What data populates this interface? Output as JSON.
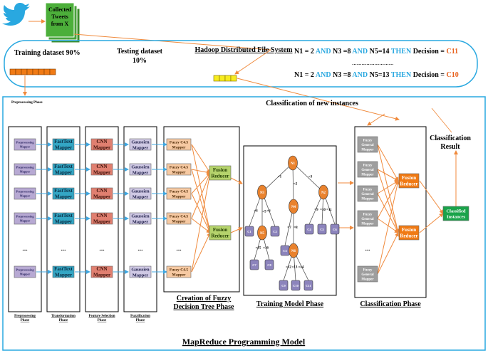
{
  "colors": {
    "accent_blue": "#29a8e0",
    "condition_red": "#e8601c",
    "orange_arrow": "#f08a3c",
    "blue_arrow": "#3fa7e0",
    "tweets_green": "#4caf3a",
    "fusion_green": "#b5d36c",
    "classified_green": "#1aa34a",
    "mapper_purple": "#b7a9d3",
    "fasttext_blue": "#33a6c4",
    "cnn_red": "#e07f70",
    "gaussian_lavender": "#cfc9e4",
    "fuzzyc45_peach": "#f6c9a2",
    "general_gray": "#9e9e9e",
    "reducer_orange": "#f07a14",
    "tree_node_orange": "#e9822d",
    "tree_leaf_purple": "#8c84bc",
    "dataset_orange": "#f07a14",
    "dataset_yellow": "#f7ec1f"
  },
  "icons": {
    "source": "twitter-bird-icon"
  },
  "tweets": {
    "lines": [
      "Collected",
      "Tweets",
      "from X"
    ]
  },
  "hadoop": {
    "training_label": "Training dataset 90%",
    "testing_label_1": "Testing dataset",
    "testing_label_2": "10%",
    "title": "Hadoop Distributed File System",
    "rule1": {
      "n1": "N1 = 2",
      "and1": "AND",
      "n3": "N3 =8",
      "and2": "AND",
      "n5": "N5=14",
      "then": "THEN",
      "decision": "Decision =",
      "cls": "C11"
    },
    "dots": "..........................",
    "rule2": {
      "n1": "N1 = 2",
      "and1": "AND",
      "n3": "N3 =8",
      "and2": "AND",
      "n5": "N5=13",
      "then": "THEN",
      "decision": "Decision =",
      "cls": "C10"
    }
  },
  "main": {
    "preprocessing_header": "Preprocessing Phase",
    "classification_new": "Classification of new instances",
    "classification_result_1": "Classification",
    "classification_result_2": "Result",
    "model_title": "MapReduce Programming Model",
    "ellipsis": "....",
    "preprocessing_mapper": [
      "Preprocessing",
      "Mapper"
    ],
    "fasttext_mapper": [
      "FastText",
      "Mapper"
    ],
    "cnn_mapper": [
      "CNN",
      "Mapper"
    ],
    "gaussien_mapper": [
      "Gaussien",
      "Mapper"
    ],
    "fuzzyc45_mapper": [
      "Fuzzy C4.5",
      "Mapper"
    ],
    "fusion_reducer": [
      "Fusion",
      "Reducer"
    ],
    "general_mapper": [
      "Fuzzy",
      "General",
      "Mapper"
    ],
    "classified_instances": [
      "Classified",
      "Instances"
    ],
    "col_labels": {
      "preprocessing": [
        "Preprocessing",
        "Phase"
      ],
      "transformation": [
        "Transformation",
        "Phase"
      ],
      "feature": [
        "Feature Selection",
        "Phase"
      ],
      "fuzzification": [
        "Fuzzification",
        "Phase"
      ]
    },
    "phase_titles": {
      "creation_1": "Creation of Fuzzy",
      "creation_2": "Decision Tree Phase",
      "training": "Training Model Phase",
      "classification": "Classification Phase"
    }
  },
  "tree": {
    "nodes": {
      "root": "N1",
      "left": "N3",
      "mid": "N4",
      "right": "N2",
      "n5": "N5",
      "n6": "N6"
    },
    "leaves": [
      "C1",
      "C2",
      "C3",
      "C4",
      "C5",
      "C6",
      "C7",
      "C8",
      "C9",
      "C10",
      "C11"
    ],
    "edges": {
      "root_left": "=1",
      "root_mid": "=2",
      "root_right": "=3",
      "l1": "=4",
      "l2": "=5",
      "l3": "=6",
      "m1": "=7",
      "m2": "=8",
      "r1": "=9",
      "r2": "=10",
      "r3": "=11",
      "n5a": "=15",
      "n5b": "=16",
      "n6a": "=12",
      "n6b": "=13",
      "n6c": "=14"
    }
  }
}
